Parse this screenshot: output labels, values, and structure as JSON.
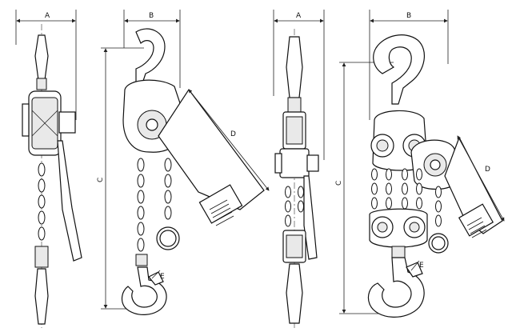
{
  "labels": {
    "fig1_width": "A",
    "fig2_width": "B",
    "fig2_height": "C",
    "fig2_lever": "D",
    "fig2_hook_gap": "E",
    "fig3_width": "A",
    "fig4_width": "B",
    "fig4_height": "C",
    "fig4_lever": "D",
    "fig4_hook_gap": "E"
  }
}
